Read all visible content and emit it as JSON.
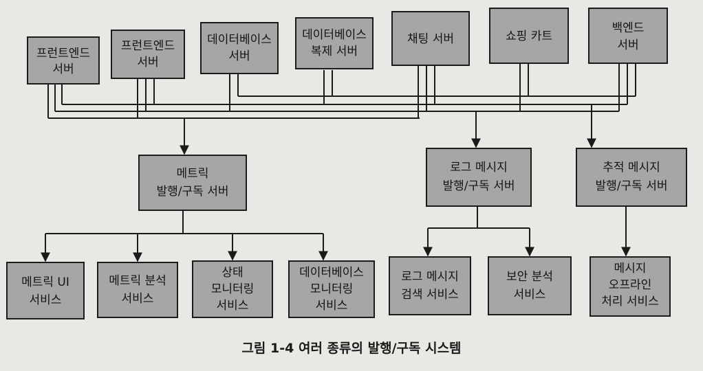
{
  "boxes": {
    "fe1": [
      "프런트엔드",
      "서버"
    ],
    "fe2": [
      "프런트엔드",
      "서버"
    ],
    "db": [
      "데이터베이스",
      "서버"
    ],
    "dbrep": [
      "데이터베이스",
      "복제 서버"
    ],
    "chat": [
      "채팅 서버"
    ],
    "cart": [
      "쇼핑 카트"
    ],
    "backend": [
      "백엔드",
      "서버"
    ],
    "metric_ps": [
      "메트릭",
      "발행/구독 서버"
    ],
    "log_ps": [
      "로그 메시지",
      "발행/구독 서버"
    ],
    "trace_ps": [
      "추적 메시지",
      "발행/구독 서버"
    ],
    "metric_ui": [
      "메트릭 UI",
      "서비스"
    ],
    "metric_analysis": [
      "메트릭 분석",
      "서비스"
    ],
    "status_monitor": [
      "상태",
      "모니터링",
      "서비스"
    ],
    "db_monitor": [
      "데이터베이스",
      "모니터링",
      "서비스"
    ],
    "log_search": [
      "로그 메시지",
      "검색 서비스"
    ],
    "security": [
      "보안 분석",
      "서비스"
    ],
    "offline": [
      "메시지",
      "오프라인",
      "처리 서비스"
    ]
  },
  "caption": {
    "number": "그림 1-4",
    "text": "여러 종류의 발행/구독 시스템"
  }
}
